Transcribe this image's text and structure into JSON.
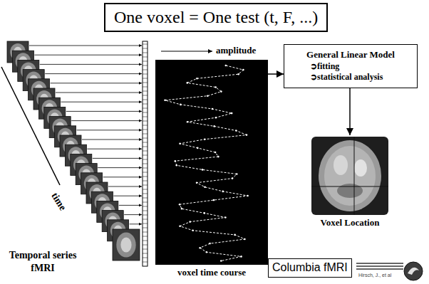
{
  "diagram": {
    "title": "One voxel = One test (t, F, ...)",
    "nodes": [
      {
        "text": [
          "Temporal series fMRI"
        ]
      },
      {
        "text": [
          "voxel time course"
        ]
      },
      {
        "text": [
          "General Linear Model",
          "➲fitting",
          "➲statistical analysis"
        ]
      },
      {
        "text": [
          "Voxel Location"
        ]
      },
      {
        "text": [
          "Columbia fMRI"
        ]
      }
    ],
    "edges": [
      {
        "from": 1,
        "to": 2,
        "arrow": "to"
      },
      {
        "from": 2,
        "to": 3,
        "arrow": "to"
      }
    ],
    "labels": [
      "amplitude",
      "time",
      "Hirsch, J., et al"
    ]
  }
}
